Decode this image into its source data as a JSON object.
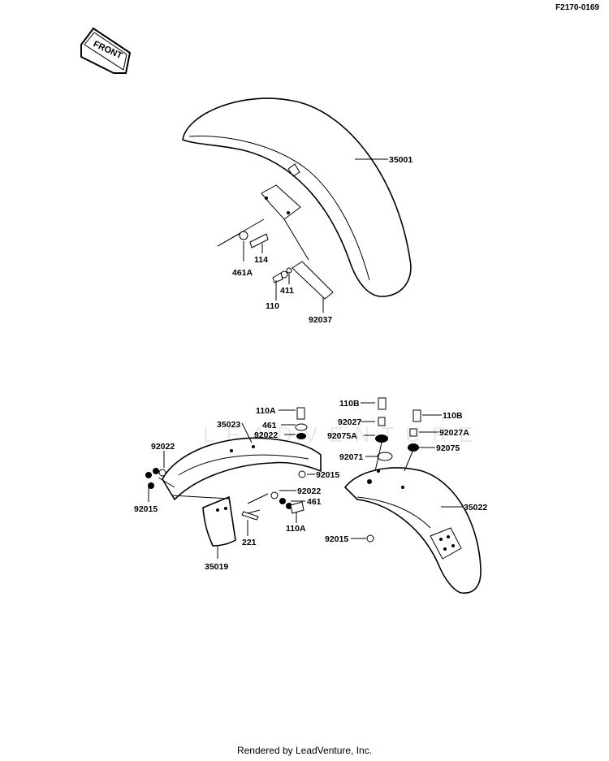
{
  "diagram_code": "F2170-0169",
  "front_label": "FRONT",
  "watermark": "LEADVENTURE",
  "footer": "Rendered by LeadVenture, Inc.",
  "labels": {
    "p35001": "35001",
    "p114": "114",
    "p461A": "461A",
    "p411": "411",
    "p110": "110",
    "p92037": "92037",
    "p110A_top": "110A",
    "p461_top": "461",
    "p35023": "35023",
    "p92022_top": "92022",
    "p92022_left": "92022",
    "p92015_mid": "92015",
    "p92015_left": "92015",
    "p92022_low": "92022",
    "p461_low": "461",
    "p110A_low": "110A",
    "p221": "221",
    "p35019": "35019",
    "p110B_left": "110B",
    "p92027": "92027",
    "p92075A": "92075A",
    "p92071": "92071",
    "p110B_right": "110B",
    "p92027A": "92027A",
    "p92075": "92075",
    "p35022": "35022",
    "p92015_right": "92015"
  }
}
